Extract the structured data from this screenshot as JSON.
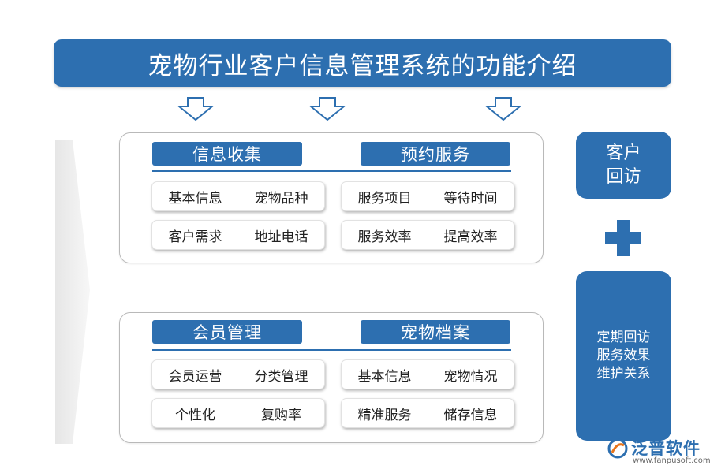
{
  "title": "宠物行业客户信息管理系统的功能介绍",
  "panels": [
    {
      "left": {
        "header": "信息收集",
        "items": [
          [
            "基本信息",
            "宠物品种"
          ],
          [
            "客户需求",
            "地址电话"
          ]
        ]
      },
      "right": {
        "header": "预约服务",
        "items": [
          [
            "服务项目",
            "等待时间"
          ],
          [
            "服务效率",
            "提高效率"
          ]
        ]
      }
    },
    {
      "left": {
        "header": "会员管理",
        "items": [
          [
            "会员运营",
            "分类管理"
          ],
          [
            "个性化",
            "复购率"
          ]
        ]
      },
      "right": {
        "header": "宠物档案",
        "items": [
          [
            "基本信息",
            "宠物情况"
          ],
          [
            "精准服务",
            "储存信息"
          ]
        ]
      }
    }
  ],
  "side": {
    "top_line1": "客户",
    "top_line2": "回访",
    "bottom_line1": "定期回访",
    "bottom_line2": "服务效果",
    "bottom_line3": "维护关系"
  },
  "logo": {
    "name": "泛普软件",
    "url": "www.fanpusoft.com"
  },
  "colors": {
    "primary": "#2d6fb0",
    "logo_orange": "#e8741a"
  },
  "icons": [
    "down-arrow-icon",
    "side-arrow-icon",
    "plus-icon",
    "logo-icon"
  ]
}
